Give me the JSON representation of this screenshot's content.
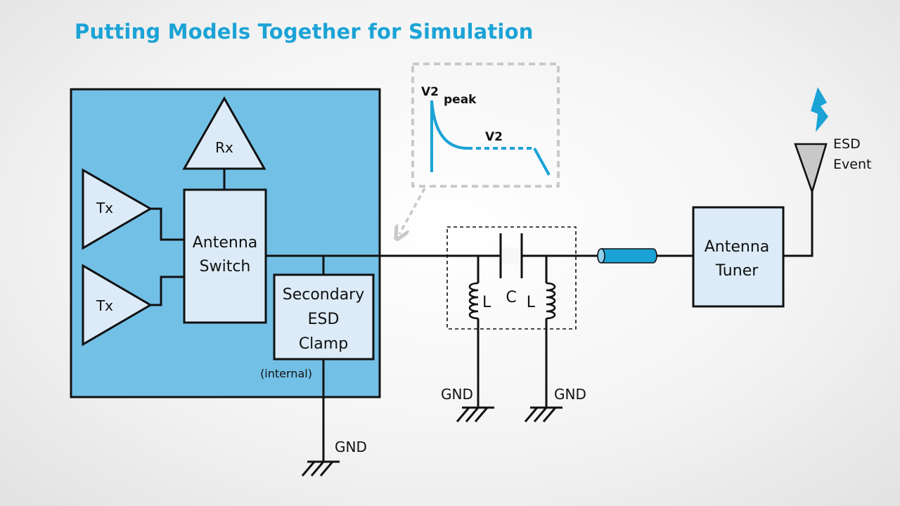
{
  "title": "Putting Models Together for Simulation",
  "colors": {
    "title": "#1ba3d6",
    "chip_fill": "#73c0e6",
    "block_fill": "#dcebf7",
    "waveform": "#1ba3d6",
    "line": "#111111",
    "antenna_fill": "#c8c8c8"
  },
  "chip": {
    "rx_label": "Rx",
    "tx1_label": "Tx",
    "tx2_label": "Tx",
    "switch_line1": "Antenna",
    "switch_line2": "Switch",
    "clamp_line1": "Secondary",
    "clamp_line2": "ESD",
    "clamp_line3": "Clamp",
    "internal_note": "(internal)"
  },
  "filter": {
    "inductor_left": "L",
    "capacitor": "C",
    "inductor_right": "L"
  },
  "ground_labels": {
    "clamp": "GND",
    "filter_left": "GND",
    "filter_right": "GND"
  },
  "tuner": {
    "line1": "Antenna",
    "line2": "Tuner"
  },
  "esd": {
    "line1": "ESD",
    "line2": "Event"
  },
  "waveform": {
    "peak_v": "V2",
    "peak_sub": "peak",
    "level_label": "V2"
  },
  "icons": [
    "lightning-icon",
    "antenna-icon",
    "ground-icon",
    "inductor-icon",
    "capacitor-icon",
    "coax-cable-icon"
  ]
}
